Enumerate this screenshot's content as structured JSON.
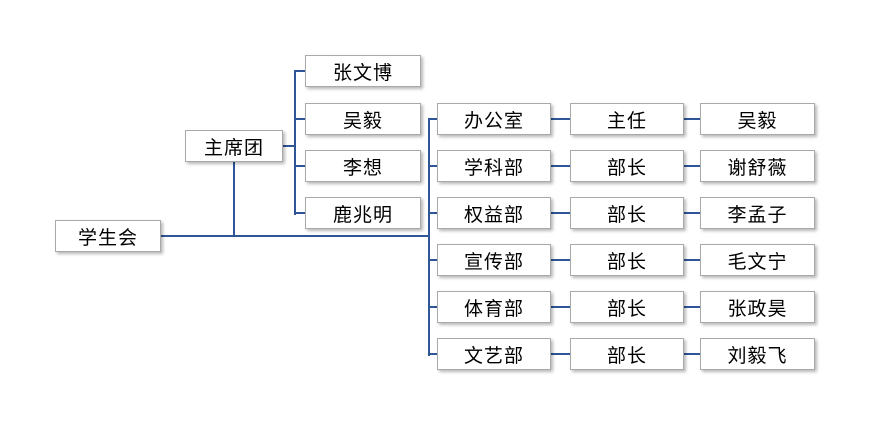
{
  "org_chart": {
    "line_color": "#2E5596",
    "root": {
      "label": "学生会"
    },
    "presidium": {
      "label": "主席团",
      "members": [
        "张文博",
        "吴毅",
        "李想",
        "鹿兆明"
      ]
    },
    "departments": [
      {
        "dept": "办公室",
        "title": "主任",
        "name": "吴毅"
      },
      {
        "dept": "学科部",
        "title": "部长",
        "name": "谢舒薇"
      },
      {
        "dept": "权益部",
        "title": "部长",
        "name": "李孟子"
      },
      {
        "dept": "宣传部",
        "title": "部长",
        "name": "毛文宁"
      },
      {
        "dept": "体育部",
        "title": "部长",
        "name": "张政昊"
      },
      {
        "dept": "文艺部",
        "title": "部长",
        "name": "刘毅飞"
      }
    ]
  }
}
